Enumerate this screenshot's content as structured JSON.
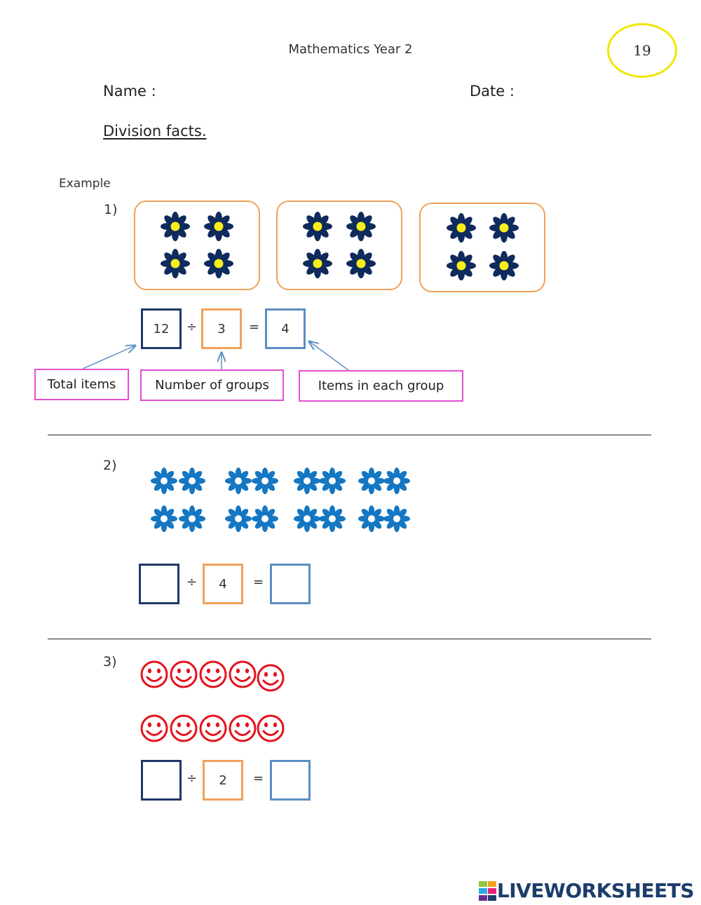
{
  "header": {
    "title": "Mathematics Year 2",
    "page_number": "19"
  },
  "fields": {
    "name_label": "Name :",
    "date_label": "Date :"
  },
  "title": "Division facts.",
  "example_label": "Example",
  "questions": [
    {
      "number": "1)",
      "groups": 3,
      "items_per_group": 4,
      "item_icon": "navy-yellow-flower-icon",
      "dividend": "12",
      "operator": "÷",
      "divisor": "3",
      "equals": "=",
      "quotient": "4",
      "callouts": {
        "total": "Total items",
        "groups": "Number of groups",
        "each": "Items in each group"
      }
    },
    {
      "number": "2)",
      "item_icon": "blue-flower-icon",
      "item_count": 16,
      "dividend": "",
      "operator": "÷",
      "divisor": "4",
      "equals": "=",
      "quotient": ""
    },
    {
      "number": "3)",
      "item_icon": "red-smiley-icon",
      "item_count": 10,
      "dividend": "",
      "operator": "÷",
      "divisor": "2",
      "equals": "=",
      "quotient": ""
    }
  ],
  "footer": {
    "logo_text": "LIVEWORKSHEETS"
  },
  "colors": {
    "group_border": "#f0a15a",
    "dividend_box": "#1f3869",
    "divisor_box": "#f0a15a",
    "quotient_box": "#5b8ec4",
    "callout_border": "#e34fcf",
    "flower_navy": "#0f2a5c",
    "flower_blue": "#1577c2",
    "smiley_red": "#e5121b",
    "page_circle": "#f2e600"
  }
}
